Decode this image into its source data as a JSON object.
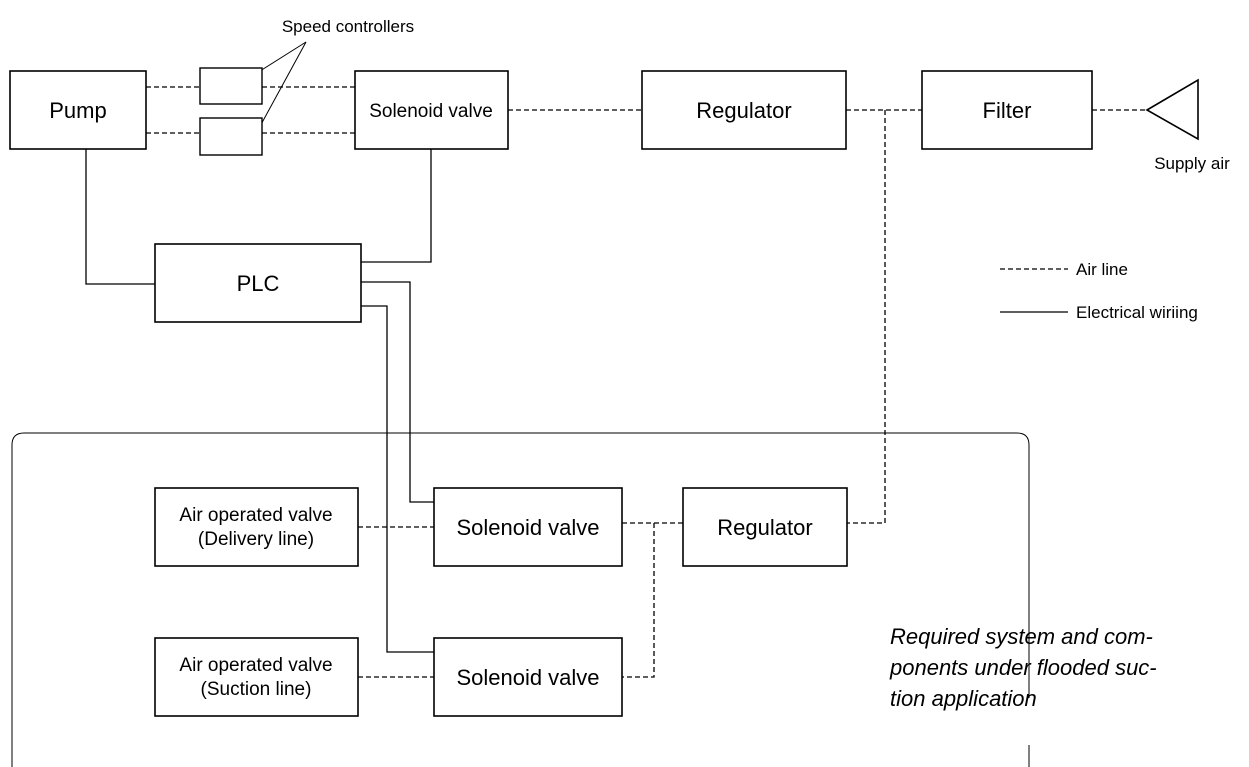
{
  "components": {
    "pump": "Pump",
    "solenoid_top": "Solenoid valve",
    "regulator_top": "Regulator",
    "filter": "Filter",
    "plc": "PLC",
    "solenoid_delivery": "Solenoid valve",
    "solenoid_suction": "Solenoid valve",
    "regulator_bottom": "Regulator",
    "aov_delivery": [
      "Air operated valve",
      "(Delivery line)"
    ],
    "aov_suction": [
      "Air operated valve",
      "(Suction line)"
    ]
  },
  "annotations": {
    "speed_controllers": "Speed controllers",
    "supply_air": "Supply air",
    "flooded_note": [
      "Required system and com-",
      "ponents under flooded suc-",
      "tion application"
    ]
  },
  "legend": {
    "air_line": "Air line",
    "electrical": "Electrical wiriing"
  }
}
